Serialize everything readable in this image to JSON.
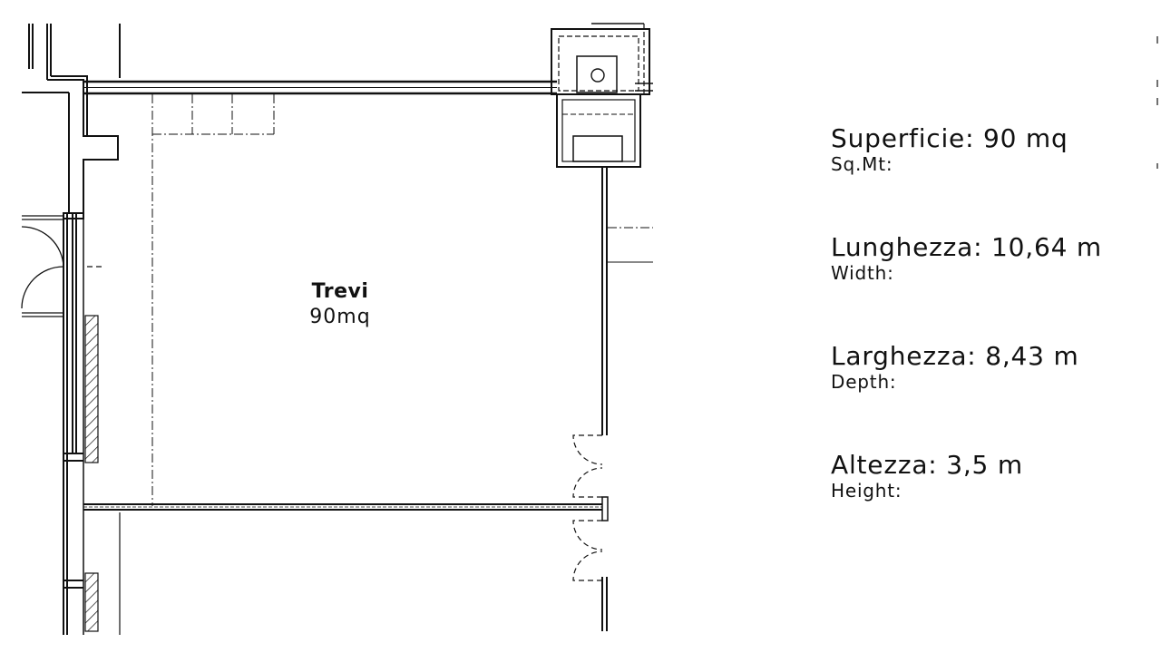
{
  "room": {
    "name": "Trevi",
    "area": "90mq"
  },
  "specs": [
    {
      "title": "Superficie: 90 mq",
      "subtitle": "Sq.Mt:"
    },
    {
      "title": "Lunghezza: 10,64 m",
      "subtitle": "Width:"
    },
    {
      "title": "Larghezza: 8,43 m",
      "subtitle": "Depth:"
    },
    {
      "title": "Altezza: 3,5 m",
      "subtitle": "Height:"
    }
  ]
}
